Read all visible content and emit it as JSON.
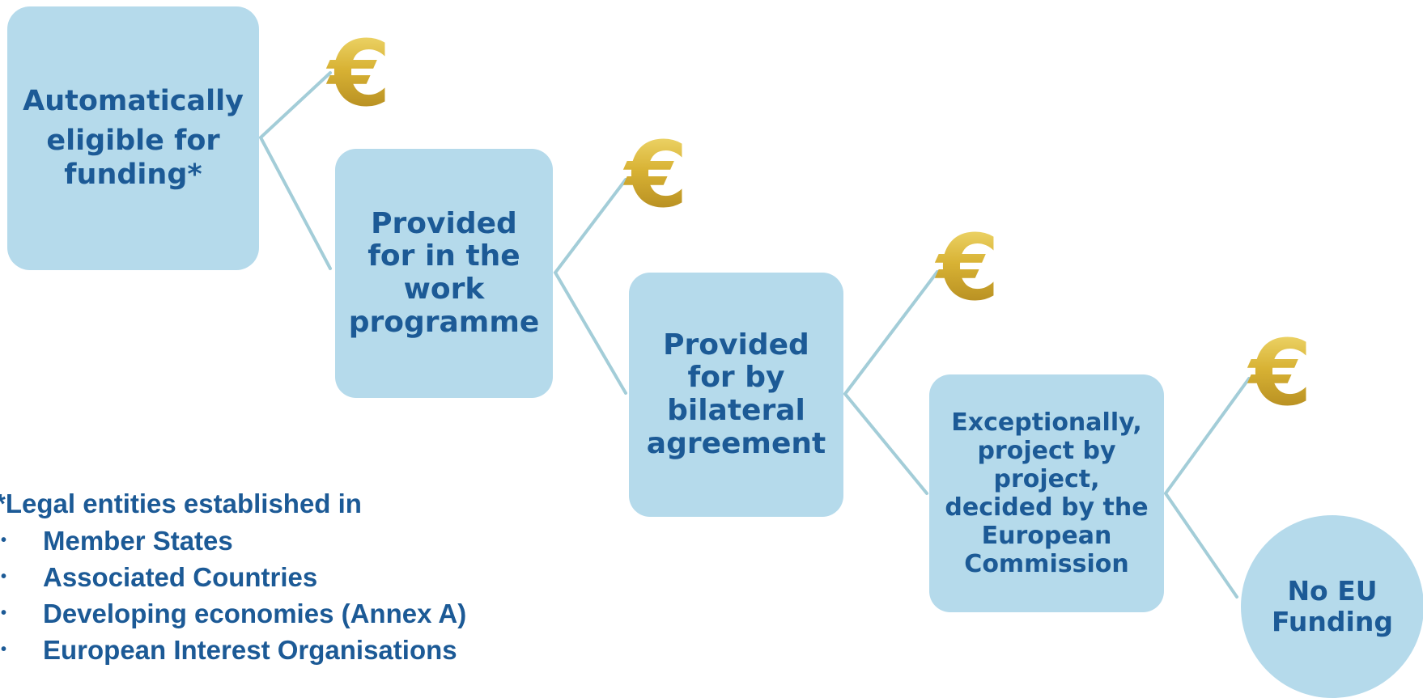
{
  "steps": [
    {
      "lines": [
        "Automatically",
        "eligible for",
        "funding*"
      ]
    },
    {
      "lines": [
        "Provided",
        "for in the",
        "work",
        "programme"
      ]
    },
    {
      "lines": [
        "Provided",
        "for by",
        "bilateral",
        "agreement"
      ]
    },
    {
      "lines": [
        "Exceptionally,",
        "project by",
        "project,",
        "decided by the",
        "European",
        "Commission"
      ]
    }
  ],
  "final": {
    "lines": [
      "No EU",
      "Funding"
    ]
  },
  "euro_symbol": "€",
  "footnote": {
    "title": "*Legal entities established in",
    "bullet": "•",
    "items": [
      "Member States",
      "Associated Countries",
      "Developing economies (Annex A)",
      "European Interest Organisations"
    ]
  },
  "colors": {
    "box_fill": "#b5daeb",
    "text": "#1c5a96",
    "connector": "#a3cdd8",
    "euro_gold": "#d8b234"
  }
}
